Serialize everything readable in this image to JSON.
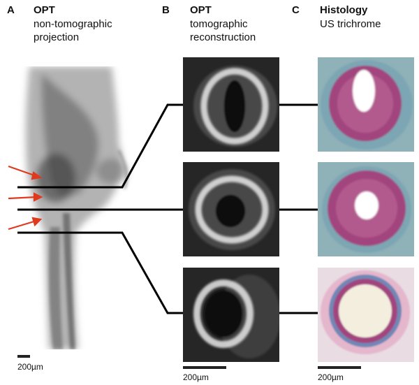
{
  "panels": {
    "a": {
      "letter": "A",
      "title": "OPT",
      "subtitle_line1": "non-tomographic",
      "subtitle_line2": "projection",
      "scale_label": "200µm"
    },
    "b": {
      "letter": "B",
      "title": "OPT",
      "subtitle_line1": "tomographic",
      "subtitle_line2": "reconstruction",
      "scale_label": "200µm"
    },
    "c": {
      "letter": "C",
      "title": "Histology",
      "subtitle_line1": "US trichrome",
      "scale_label": "200µm"
    }
  },
  "colors": {
    "arrow": "#e03a1e",
    "connector": "#000000",
    "opt_bg": "#262626",
    "ring": "#e6e6e6",
    "histo_bg": "#e9dce2",
    "media": "#a2447e",
    "adventitia": "#6f9fb0"
  },
  "arrows": [
    "red-arrow",
    "red-arrow",
    "red-arrow"
  ]
}
